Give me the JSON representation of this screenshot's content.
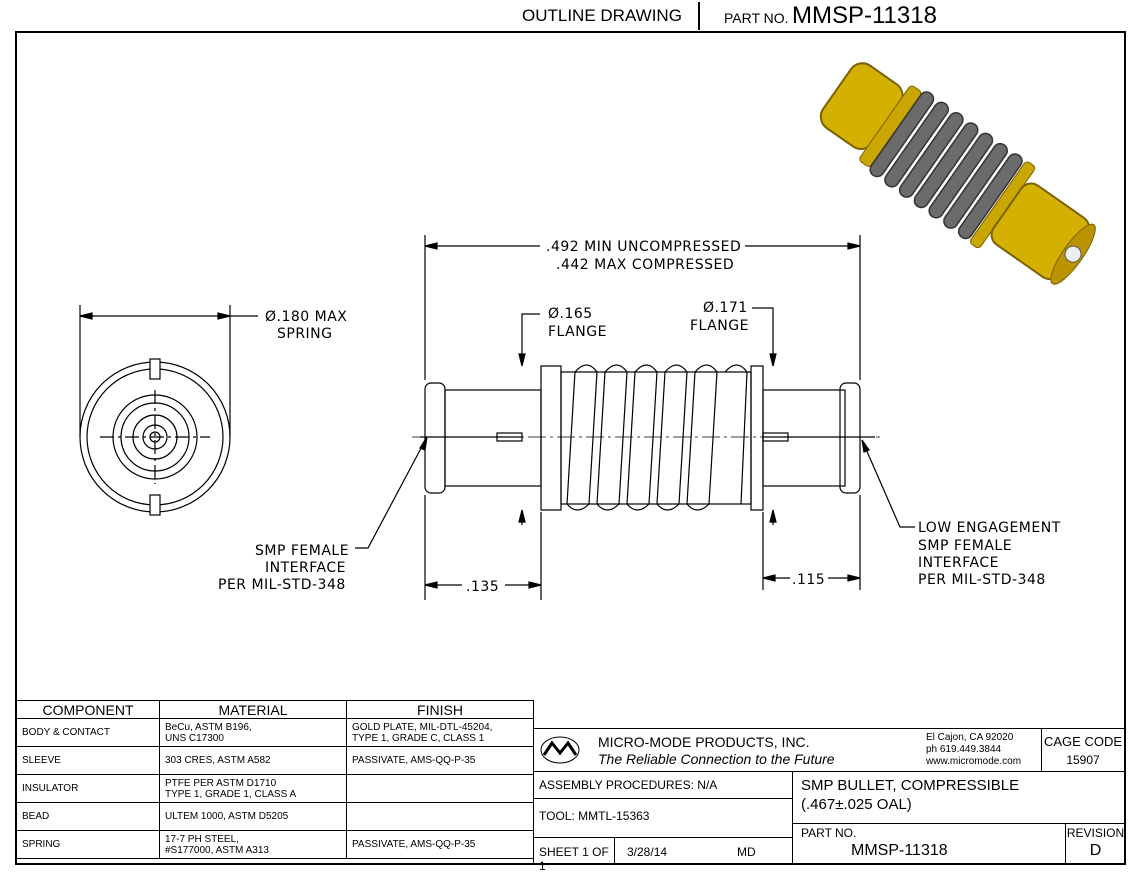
{
  "header": {
    "title": "OUTLINE DRAWING",
    "part_label": "PART NO.",
    "part_number": "MMSP-11318"
  },
  "dimensions": {
    "spring_dia": [
      "Ø.180 MAX",
      "SPRING"
    ],
    "length_min": ".492 MIN UNCOMPRESSED",
    "length_max": ".442 MAX COMPRESSED",
    "flange_left": [
      "Ø.165",
      "FLANGE"
    ],
    "flange_right": [
      "Ø.171",
      "FLANGE"
    ],
    "left_len": ".135",
    "right_len": ".115",
    "left_interface": [
      "SMP FEMALE",
      "INTERFACE",
      "PER MIL-STD-348"
    ],
    "right_interface": [
      "LOW ENGAGEMENT",
      "SMP FEMALE",
      "INTERFACE",
      "PER MIL-STD-348"
    ]
  },
  "bom": {
    "headers": [
      "COMPONENT",
      "MATERIAL",
      "FINISH"
    ],
    "rows": [
      {
        "component": "BODY & CONTACT",
        "material": [
          "BeCu, ASTM B196,",
          "UNS C17300"
        ],
        "finish": [
          "GOLD PLATE, MIL-DTL-45204,",
          "TYPE 1, GRADE C, CLASS 1"
        ]
      },
      {
        "component": "SLEEVE",
        "material": [
          "303 CRES, ASTM A582"
        ],
        "finish": [
          "PASSIVATE, AMS-QQ-P-35"
        ]
      },
      {
        "component": "INSULATOR",
        "material": [
          "PTFE PER ASTM D1710",
          "TYPE 1, GRADE 1, CLASS A"
        ],
        "finish": [
          ""
        ]
      },
      {
        "component": "BEAD",
        "material": [
          "ULTEM 1000, ASTM D5205"
        ],
        "finish": [
          ""
        ]
      },
      {
        "component": "SPRING",
        "material": [
          "17-7 PH STEEL,",
          "#S177000, ASTM A313"
        ],
        "finish": [
          "PASSIVATE, AMS-QQ-P-35"
        ]
      }
    ]
  },
  "title_block": {
    "company": "MICRO-MODE PRODUCTS, INC.",
    "tagline": "The Reliable Connection to the Future",
    "address": [
      "El Cajon, CA 92020",
      "ph 619.449.3844",
      "www.micromode.com"
    ],
    "cage_label": "CAGE CODE",
    "cage_code": "15907",
    "assembly": "ASSEMBLY PROCEDURES:  N/A",
    "tool": "TOOL:  MMTL-15363",
    "sheet": "SHEET 1 OF 1",
    "date": "3/28/14",
    "drawn_by": "MD",
    "description": [
      "SMP BULLET, COMPRESSIBLE",
      "(.467±.025 OAL)"
    ],
    "part_label": "PART NO.",
    "part_number": "MMSP-11318",
    "revision_label": "REVISION",
    "revision": "D"
  },
  "colors": {
    "gold": "#d4b000",
    "gold_dark": "#7a6200",
    "spring_gray": "#6b6b6b"
  }
}
